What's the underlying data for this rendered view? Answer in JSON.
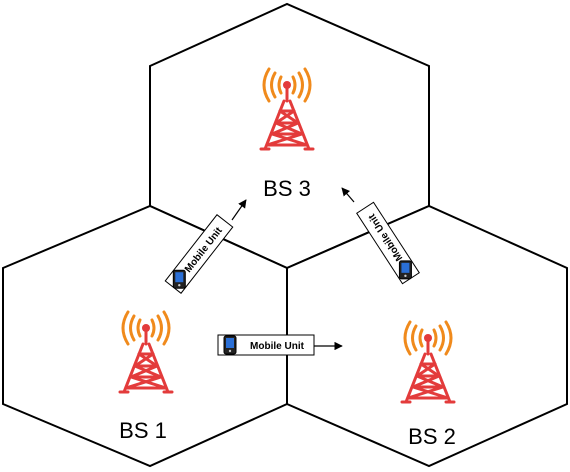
{
  "stations": [
    {
      "label": "BS 3"
    },
    {
      "label": "BS 1"
    },
    {
      "label": "BS 2"
    }
  ],
  "mobile_units": [
    {
      "label": "Mobile Unit"
    },
    {
      "label": "Mobile Unit"
    },
    {
      "label": "Mobile Unit"
    }
  ],
  "colors": {
    "tower": "#e33b3b",
    "signal": "#f08a1c",
    "cell_border": "#000000",
    "phone_screen": "#2a6fd6"
  },
  "icons": [
    "cell-tower-icon",
    "mobile-phone-icon",
    "arrow-icon"
  ]
}
